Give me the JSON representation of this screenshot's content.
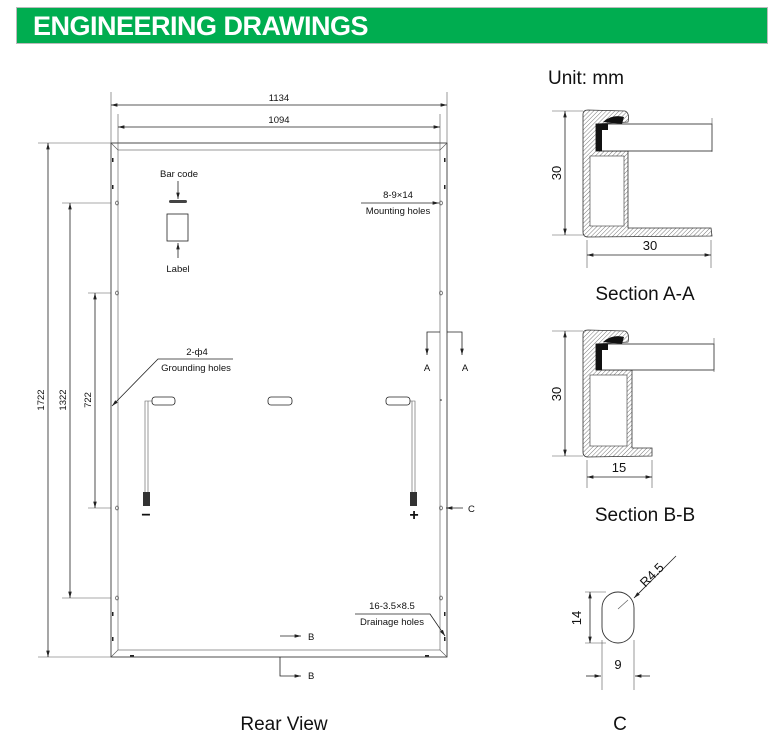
{
  "header": {
    "title": "ENGINEERING DRAWINGS"
  },
  "unit_label": "Unit: mm",
  "rear_view": {
    "caption": "Rear View",
    "dim_overall_width": "1134",
    "dim_inner_width": "1094",
    "dim_overall_height": "1722",
    "dim_mount_span_outer": "1322",
    "dim_mount_span_inner": "722",
    "bar_code_label": "Bar code",
    "label_label": "Label",
    "mounting_holes_spec": "8-9×14",
    "mounting_holes_label": "Mounting holes",
    "grounding_holes_spec": "2-ф4",
    "grounding_holes_label": "Grounding holes",
    "drainage_holes_spec": "16-3.5×8.5",
    "drainage_holes_label": "Drainage holes",
    "section_a": "A",
    "section_b": "B",
    "section_c": "C",
    "minus": "−",
    "plus": "+"
  },
  "section_aa": {
    "caption": "Section A-A",
    "height": "30",
    "width": "30"
  },
  "section_bb": {
    "caption": "Section B-B",
    "height": "30",
    "width": "15"
  },
  "detail_c": {
    "caption": "C",
    "radius": "R4.5",
    "height": "14",
    "width": "9"
  },
  "colors": {
    "header_green": "#00ad50"
  }
}
